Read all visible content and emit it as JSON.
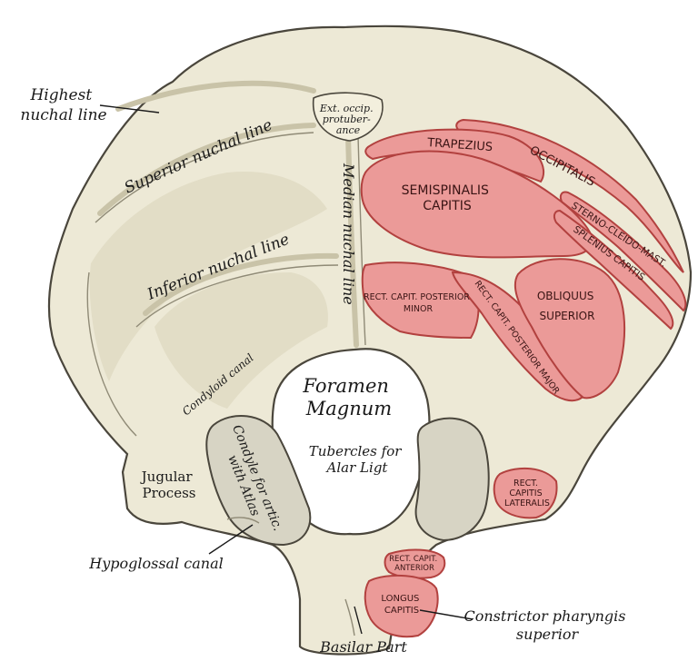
{
  "labels": {
    "highest_nuchal_line": [
      "Highest",
      "nuchal line"
    ],
    "superior_nuchal_line": "Superior nuchal line",
    "inferior_nuchal_line": "Inferior nuchal line",
    "ext_occip_protuberance": [
      "Ext. occip.",
      "protuber-",
      "ance"
    ],
    "median_nuchal_line": "Median nuchal line",
    "condyloid_canal": "Condyloid canal",
    "foramen_magnum": [
      "Foramen",
      "Magnum"
    ],
    "condyle": [
      "Condyle for artic.",
      "with Atlas"
    ],
    "tubercles": [
      "Tubercles for",
      "Alar Ligt"
    ],
    "jugular_process": [
      "Jugular",
      "Process"
    ],
    "hypoglossal_canal": "Hypoglossal canal",
    "basilar_part": "Basilar Part",
    "constrictor": [
      "Constrictor pharyngis",
      "superior"
    ]
  },
  "muscles": {
    "trapezius": "TRAPEZIUS",
    "occipitalis": "OCCIPITALIS",
    "semispinalis": [
      "SEMISPINALIS",
      "CAPITIS"
    ],
    "sterno": "STERNO-CLEIDO-MAST.",
    "splenius": "SPLENIUS CAPITIS",
    "rect_post_minor": [
      "RECT. CAPIT. POSTERIOR",
      "MINOR"
    ],
    "rect_post_major": "RECT. CAPIT. POSTERIOR MAJOR",
    "obliquus": [
      "OBLIQUUS",
      "SUPERIOR"
    ],
    "rect_lateralis": [
      "RECT.",
      "CAPITIS",
      "LATERALIS"
    ],
    "rect_anterior": [
      "RECT. CAPIT.",
      "ANTERIOR"
    ],
    "longus": [
      "LONGUS",
      "CAPITIS"
    ]
  },
  "colors": {
    "bone": "#ede9d6",
    "muscle": "#eb9a98",
    "muscle_outline": "#b2413f"
  }
}
